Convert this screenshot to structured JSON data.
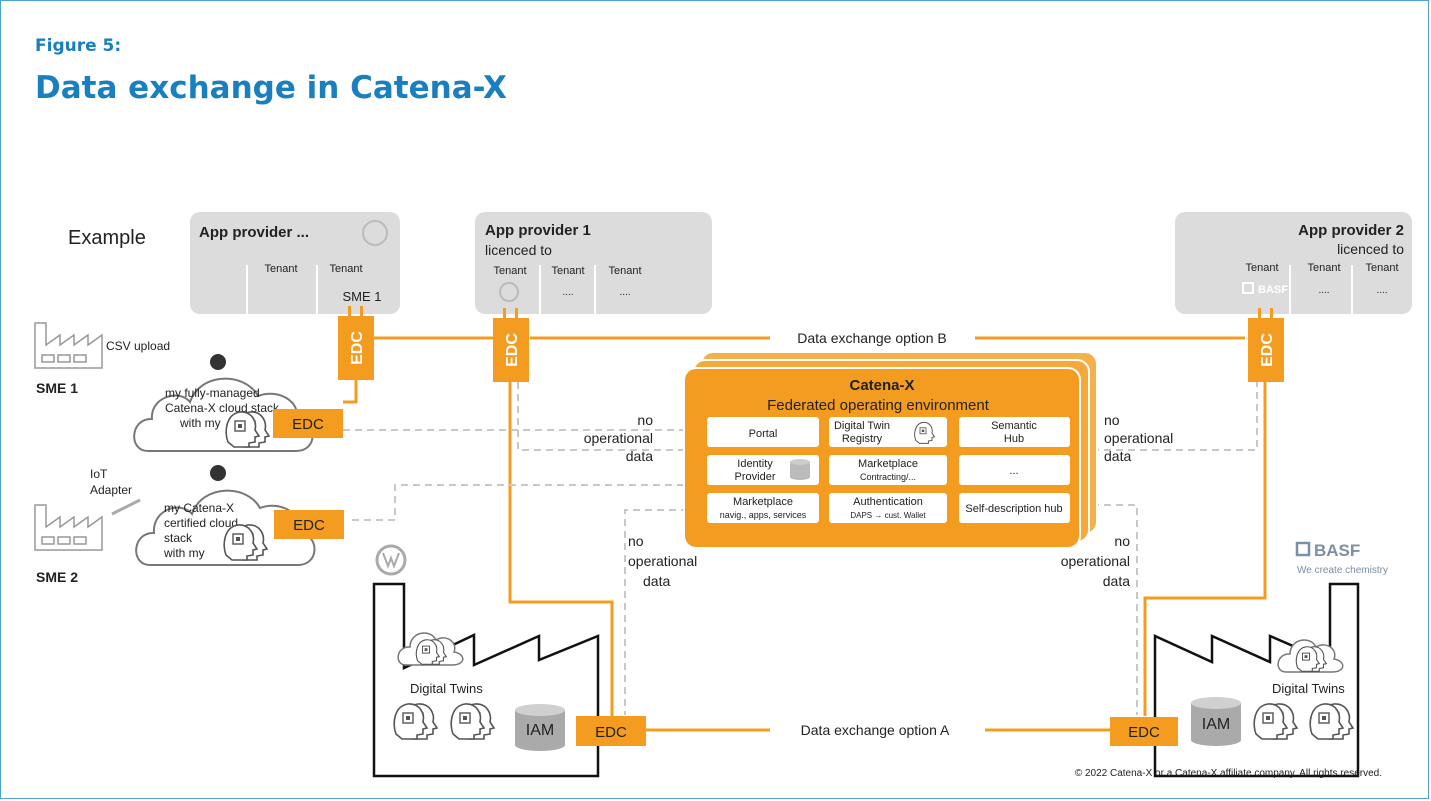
{
  "figure_label": "Figure 5:",
  "title": "Data exchange in Catena-X",
  "example_label": "Example",
  "app_providers": {
    "generic": {
      "name": "App provider ...",
      "tenants": [
        "Tenant",
        "Tenant"
      ],
      "tenant_value": "SME 1"
    },
    "p1": {
      "name": "App provider 1",
      "sub": "licenced to",
      "tenants": [
        "Tenant",
        "Tenant",
        "Tenant"
      ],
      "values": [
        "....",
        "...."
      ]
    },
    "p2": {
      "name": "App provider 2",
      "sub": "licenced to",
      "tenants": [
        "Tenant",
        "Tenant",
        "Tenant"
      ],
      "values": [
        "....",
        "...."
      ]
    }
  },
  "edc": "EDC",
  "option_a": "Data exchange option A",
  "option_b": "Data exchange option B",
  "no_op": [
    "no",
    "operational",
    "data"
  ],
  "sme1": {
    "name": "SME 1",
    "upload": "CSV upload",
    "cloud": [
      "my fully-managed",
      "Catena-X cloud stack",
      "with my"
    ]
  },
  "sme2": {
    "name": "SME 2",
    "adapter": [
      "IoT",
      "Adapter"
    ],
    "cloud": [
      "my Catena-X",
      "certified cloud",
      "stack",
      "with my"
    ]
  },
  "catena": {
    "title": "Catena-X",
    "subtitle": "Federated operating environment",
    "cells": {
      "portal": "Portal",
      "twin": [
        "Digital Twin",
        "Registry"
      ],
      "semantic": [
        "Semantic",
        "Hub"
      ],
      "identity": [
        "Identity",
        "Provider"
      ],
      "marketplace_c": [
        "Marketplace",
        "Contracting/..."
      ],
      "ellipsis": "...",
      "marketplace_n": [
        "Marketplace",
        "navig., apps, services"
      ],
      "auth": [
        "Authentication",
        "DAPS → cust. Wallet"
      ],
      "selfdesc": "Self-description hub"
    }
  },
  "digital_twins": "Digital Twins",
  "iam": "IAM",
  "basf": {
    "logo": "BASF",
    "tagline": "We create chemistry"
  },
  "copyright": "© 2022 Catena-X or a Catena-X affiliate company. All rights reserved.",
  "colors": {
    "orange": "#f39c1f",
    "blue_title": "#1a7fbf",
    "gray_box": "#dcdcdc"
  }
}
